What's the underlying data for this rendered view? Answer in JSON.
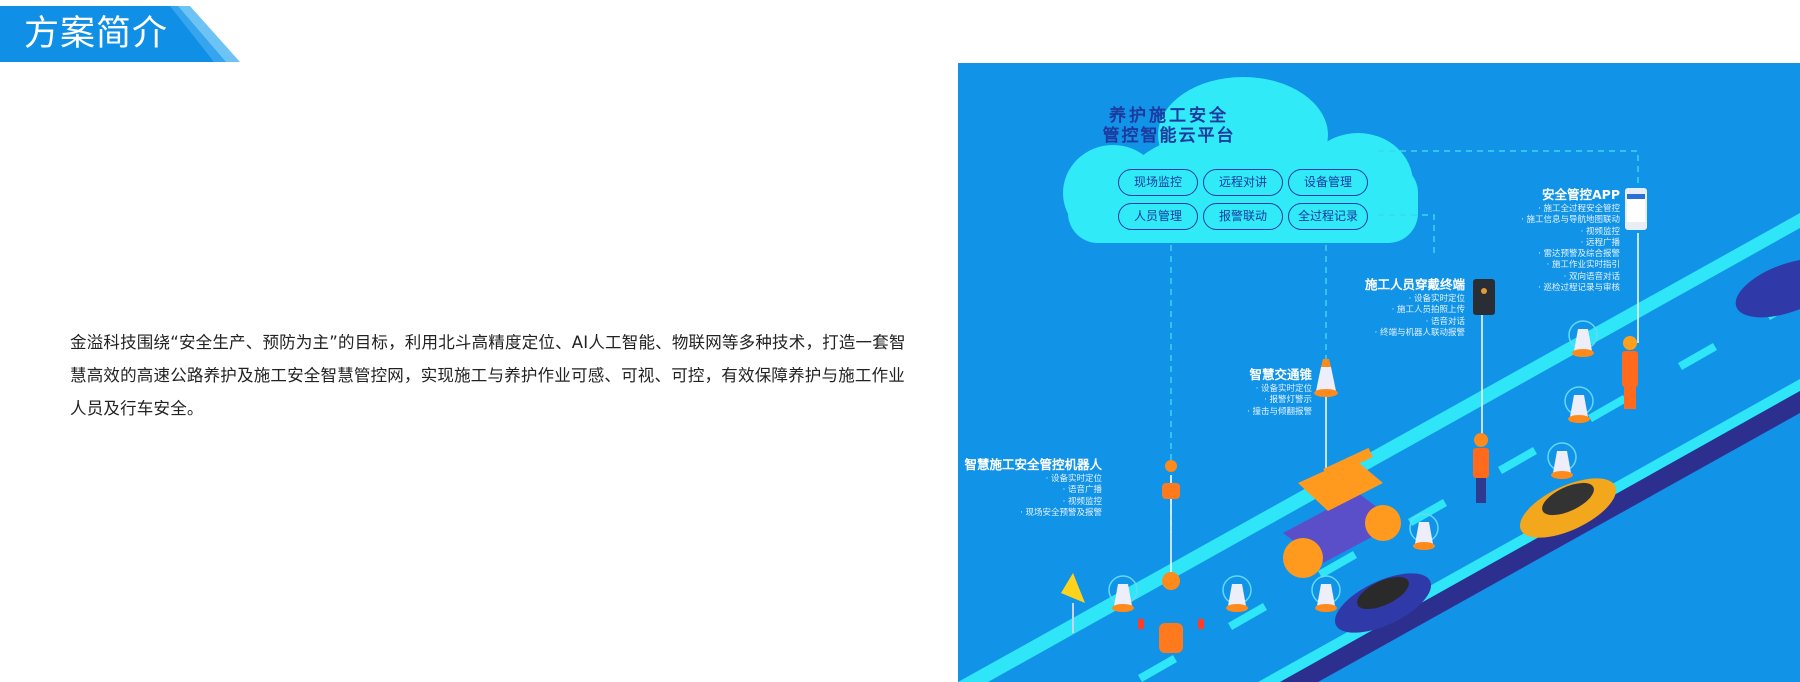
{
  "header": {
    "title": "方案简介",
    "banner_color": "#0f8fe6",
    "banner_accent_color": "#6ec3f5"
  },
  "intro": {
    "paragraph": "金溢科技围绕“安全生产、预防为主”的目标，利用北斗高精度定位、AI人工智能、物联网等多种技术，打造一套智慧高效的高速公路养护及施工安全智慧管控网，实现施工与养护作业可感、可视、可控，有效保障养护与施工作业人员及行车安全。"
  },
  "illustration": {
    "background_color": "#1193e8",
    "road_line_color": "#2ee6f7",
    "cloud": {
      "title_line1": "养护施工安全",
      "title_line2": "管控智能云平台",
      "color": "#30eaf8",
      "modules": [
        "现场监控",
        "远程对讲",
        "设备管理",
        "人员管理",
        "报警联动",
        "全过程记录"
      ]
    },
    "app": {
      "title": "安全管控APP",
      "features": [
        "· 施工全过程安全管控",
        "· 施工信息与导航地图联动",
        "· 视频监控",
        "· 远程广播",
        "· 雷达预警及综合报警",
        "· 施工作业实时指引",
        "· 双向语音对话",
        "· 巡检过程记录与审核"
      ]
    },
    "wearable": {
      "title": "施工人员穿戴终端",
      "features": [
        "· 设备实时定位",
        "· 施工人员拍照上传",
        "· 语音对话",
        "· 终端与机器人联动报警"
      ]
    },
    "cone": {
      "title": "智慧交通锥",
      "features": [
        "· 设备实时定位",
        "· 报警灯警示",
        "· 撞击与倾翻报警"
      ]
    },
    "robot": {
      "title": "智慧施工安全管控机器人",
      "features": [
        "· 设备实时定位",
        "· 语音广播",
        "· 视频监控",
        "· 现场安全预警及报警"
      ]
    }
  }
}
